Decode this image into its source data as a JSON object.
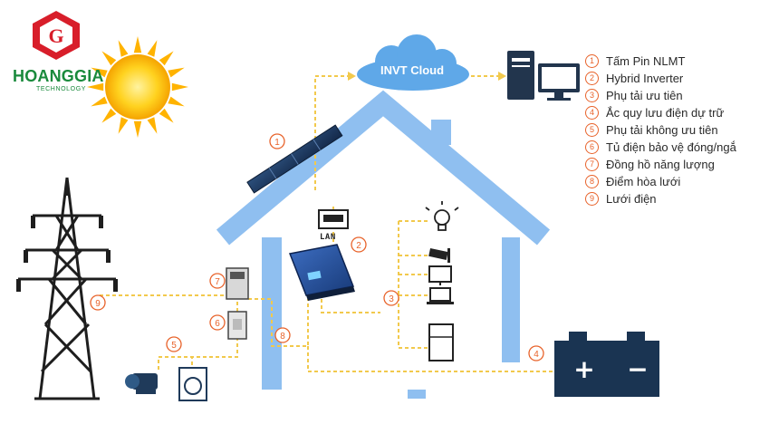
{
  "brand": {
    "name": "HOANGGIA",
    "tagline": "TECHNOLOGY"
  },
  "cloud": {
    "label": "INVT Cloud"
  },
  "lan": {
    "label": "LAN"
  },
  "legend": [
    {
      "num": "1",
      "text": "Tấm Pin NLMT"
    },
    {
      "num": "2",
      "text": "Hybrid Inverter"
    },
    {
      "num": "3",
      "text": "Phụ tải ưu tiên"
    },
    {
      "num": "4",
      "text": "Ắc quy lưu điện dự trữ"
    },
    {
      "num": "5",
      "text": "Phụ tải không ưu tiên"
    },
    {
      "num": "6",
      "text": "Tủ điện bảo vệ đóng/ngắ"
    },
    {
      "num": "7",
      "text": "Đồng hồ năng lượng"
    },
    {
      "num": "8",
      "text": "Điểm hòa lưới"
    },
    {
      "num": "9",
      "text": "Lưới điện"
    }
  ],
  "markers": {
    "m1": "1",
    "m2": "2",
    "m3": "3",
    "m4": "4",
    "m5": "5",
    "m6": "6",
    "m7": "7",
    "m8": "8",
    "m9": "9"
  },
  "battery": {
    "plus": "+",
    "minus": "−"
  },
  "colors": {
    "house": "#8fbff0",
    "wire": "#f2c94c",
    "marker": "#e8632b",
    "brand_green": "#1a8a3c",
    "brand_red": "#d81e2a",
    "cloud": "#5fa8e8",
    "dark": "#1f3a5a"
  }
}
